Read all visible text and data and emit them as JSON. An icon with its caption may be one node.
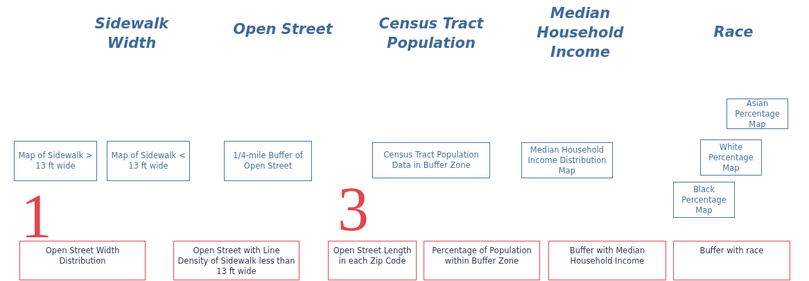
{
  "diagram": {
    "nodes": [
      {
        "text": [
          "Asian Percentage Map"
        ]
      },
      {
        "text": [
          "Map of Sidewalk > 13 ft wide"
        ]
      },
      {
        "text": [
          "Map of Sidewalk < 13 ft wide"
        ]
      },
      {
        "text": [
          "1/4-mile Buffer of Open Street"
        ]
      },
      {
        "text": [
          "Census Tract Population Data in Buffer Zone"
        ]
      },
      {
        "text": [
          "Median Household Income Distribution Map"
        ]
      },
      {
        "text": [
          "White Percentage Map"
        ]
      },
      {
        "text": [
          "Black Percentage Map"
        ]
      },
      {
        "text": [
          "Open Street Width Distribution"
        ]
      },
      {
        "text": [
          "Open Street with Line Density of Sidewalk less than 13 ft wide"
        ]
      },
      {
        "text": [
          "Open Street Length in each Zip Code"
        ]
      },
      {
        "text": [
          "Percentage of Population within Buffer Zone"
        ]
      },
      {
        "text": [
          "Buffer with Median Household Income"
        ]
      },
      {
        "text": [
          "Buffer with race"
        ]
      }
    ],
    "edges": [],
    "labels": [
      "Sidewalk Width",
      "Open Street",
      "Census Tract Population",
      "Median Household Income",
      "Race",
      "3",
      "1"
    ]
  }
}
